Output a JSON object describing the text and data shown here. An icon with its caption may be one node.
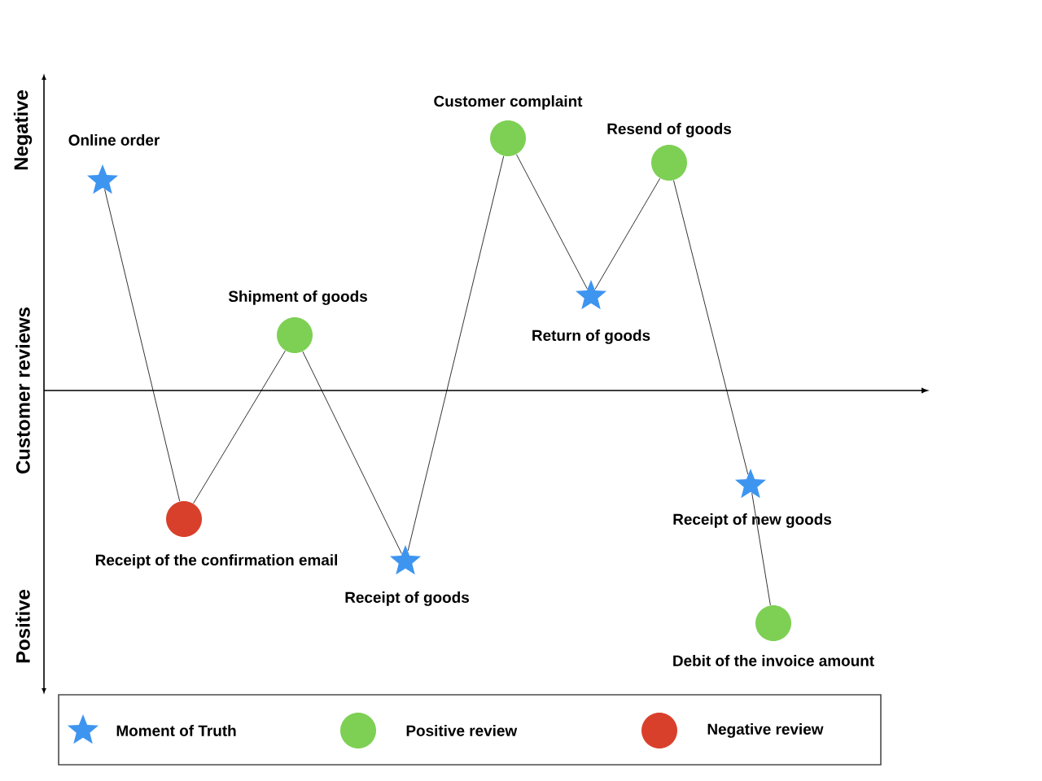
{
  "diagram": {
    "nodes": [
      {
        "text": [],
        "shape": "star",
        "beside": [
          "Online order"
        ]
      },
      {
        "text": [],
        "shape": "circle",
        "beside": [
          "Receipt of the confirmation email"
        ]
      },
      {
        "text": [],
        "shape": "circle",
        "beside": [
          "Shipment of goods"
        ]
      },
      {
        "text": [],
        "shape": "star",
        "beside": [
          "Receipt of goods"
        ]
      },
      {
        "text": [],
        "shape": "circle",
        "beside": [
          "Customer complaint"
        ]
      },
      {
        "text": [],
        "shape": "star",
        "beside": [
          "Return of goods"
        ]
      },
      {
        "text": [],
        "shape": "circle",
        "beside": [
          "Resend of goods"
        ]
      },
      {
        "text": [],
        "shape": "star",
        "beside": [
          "Receipt of new goods"
        ]
      },
      {
        "text": [],
        "shape": "circle",
        "beside": [
          "Debit of the invoice amount"
        ]
      }
    ],
    "edges": [
      {
        "from": 0,
        "to": 1,
        "arrow": "none"
      },
      {
        "from": 1,
        "to": 2,
        "arrow": "none"
      },
      {
        "from": 2,
        "to": 3,
        "arrow": "none"
      },
      {
        "from": 3,
        "to": 4,
        "arrow": "none"
      },
      {
        "from": 4,
        "to": 5,
        "arrow": "none"
      },
      {
        "from": 5,
        "to": 6,
        "arrow": "none"
      },
      {
        "from": 6,
        "to": 7,
        "arrow": "none"
      },
      {
        "from": 7,
        "to": 8,
        "arrow": "none"
      }
    ],
    "labels": [
      "Negative",
      "Customer reviews",
      "Positive"
    ],
    "legend": [
      {
        "text": "Moment of Truth",
        "color": "#3d95f0"
      },
      {
        "text": "Positive review",
        "color": "#7dd054"
      },
      {
        "text": "Negative review",
        "color": "#d9402b"
      }
    ]
  }
}
